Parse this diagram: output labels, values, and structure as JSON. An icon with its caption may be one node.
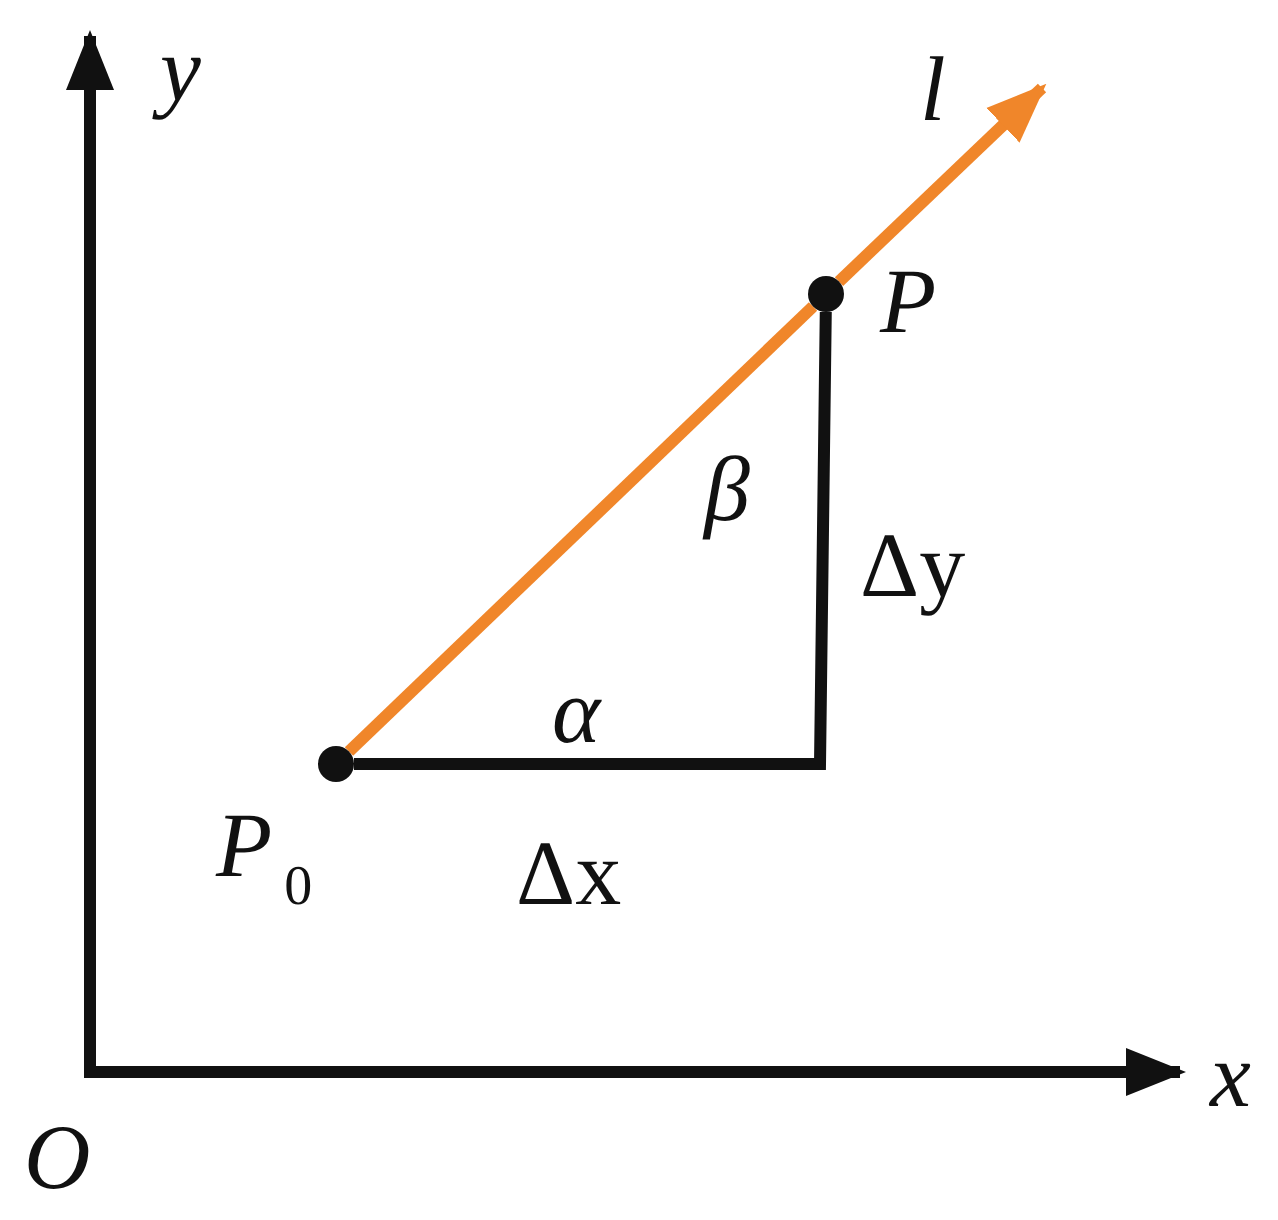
{
  "diagram": {
    "nodes": [
      {
        "text": [
          "P$_{0}$"
        ]
      },
      {
        "text": [
          "P"
        ]
      }
    ],
    "edges": [
      {
        "from": 0,
        "to": 1,
        "arrow": "none"
      },
      {
        "from": 1,
        "to": null,
        "arrow": "to"
      },
      {
        "from": 0,
        "to": 1,
        "arrow": "none",
        "color": "#111111"
      }
    ],
    "labels": [
      "y",
      "l",
      "β",
      "Δy",
      "α",
      "Δx",
      "x",
      "O"
    ]
  }
}
